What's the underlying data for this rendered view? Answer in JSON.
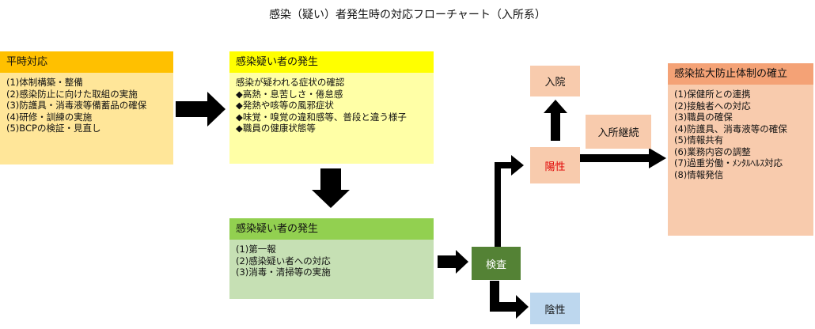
{
  "title": "感染（疑い）者発生時の対応フローチャート（入所系）",
  "normal": {
    "header": "平時対応",
    "items": [
      "(1)体制構築・整備",
      "(2)感染防止に向けた取組の実施",
      "(3)防護具・消毒液等備蓄品の確保",
      "(4)研修・訓練の実施",
      "(5)BCPの検証・見直し"
    ]
  },
  "suspect": {
    "header": "感染疑い者の発生",
    "items": [
      "感染が疑われる症状の確認",
      "◆高熱・息苦しさ・倦怠感",
      "◆発熱や咳等の風邪症状",
      "◆味覚・嗅覚の違和感等、普段と違う様子",
      "◆職員の健康状態等"
    ]
  },
  "response": {
    "header": "感染疑い者の発生",
    "items": [
      "(1)第一報",
      "(2)感染疑い者への対応",
      "(3)消毒・清掃等の実施"
    ]
  },
  "test": "検査",
  "positive": "陽性",
  "negative": "陰性",
  "hospital": "入院",
  "continue": "入所継続",
  "expansion": {
    "header": "感染拡大防止体制の確立",
    "items": [
      "(1)保健所との連携",
      "(2)接触者への対応",
      "(3)職員の確保",
      "(4)防護具、消毒液等の確保",
      "(5)情報共有",
      "(6)業務内容の調整",
      "(7)過重労働・ﾒﾝﾀﾙﾍﾙｽ対応",
      "(8)情報発信"
    ]
  },
  "colors": {
    "orange": "#FFC000",
    "yellow": "#FFFF00",
    "green": "#92D050",
    "darkgreen": "#548235",
    "salmon": "#F4B183",
    "blue": "#BDD7EE"
  }
}
